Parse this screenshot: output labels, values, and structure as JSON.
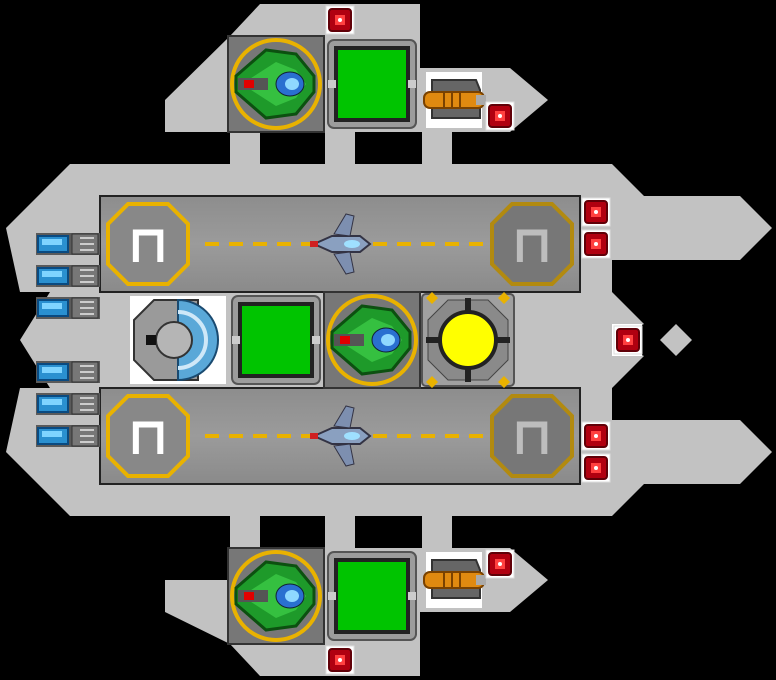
{
  "ship": {
    "hull_color": "#c2c2c2",
    "deck_color": "#9a9a9a",
    "runway_color": "#8c8c8c",
    "accent_yellow": "#e9b200",
    "module_green": "#00c000",
    "reactor_yellow": "#ffff00"
  },
  "runways": [
    {
      "name": "upper",
      "left_pad_glyph": "⊓",
      "right_pad_glyph": "⊓"
    },
    {
      "name": "lower",
      "left_pad_glyph": "⊓",
      "right_pad_glyph": "⊓"
    }
  ],
  "modules": {
    "green_fighters": 3,
    "green_pads": 3,
    "turrets": 2,
    "thrusters": 6,
    "red_mines": 9,
    "shield_generator": 1,
    "reactor_core": 1
  },
  "icons": {
    "fighter": "fighter-icon",
    "turret": "turret-icon",
    "mine": "mine-icon",
    "thruster": "thruster-icon",
    "shield": "shield-icon",
    "reactor": "reactor-icon",
    "landing_pad": "landing-pad-icon"
  }
}
